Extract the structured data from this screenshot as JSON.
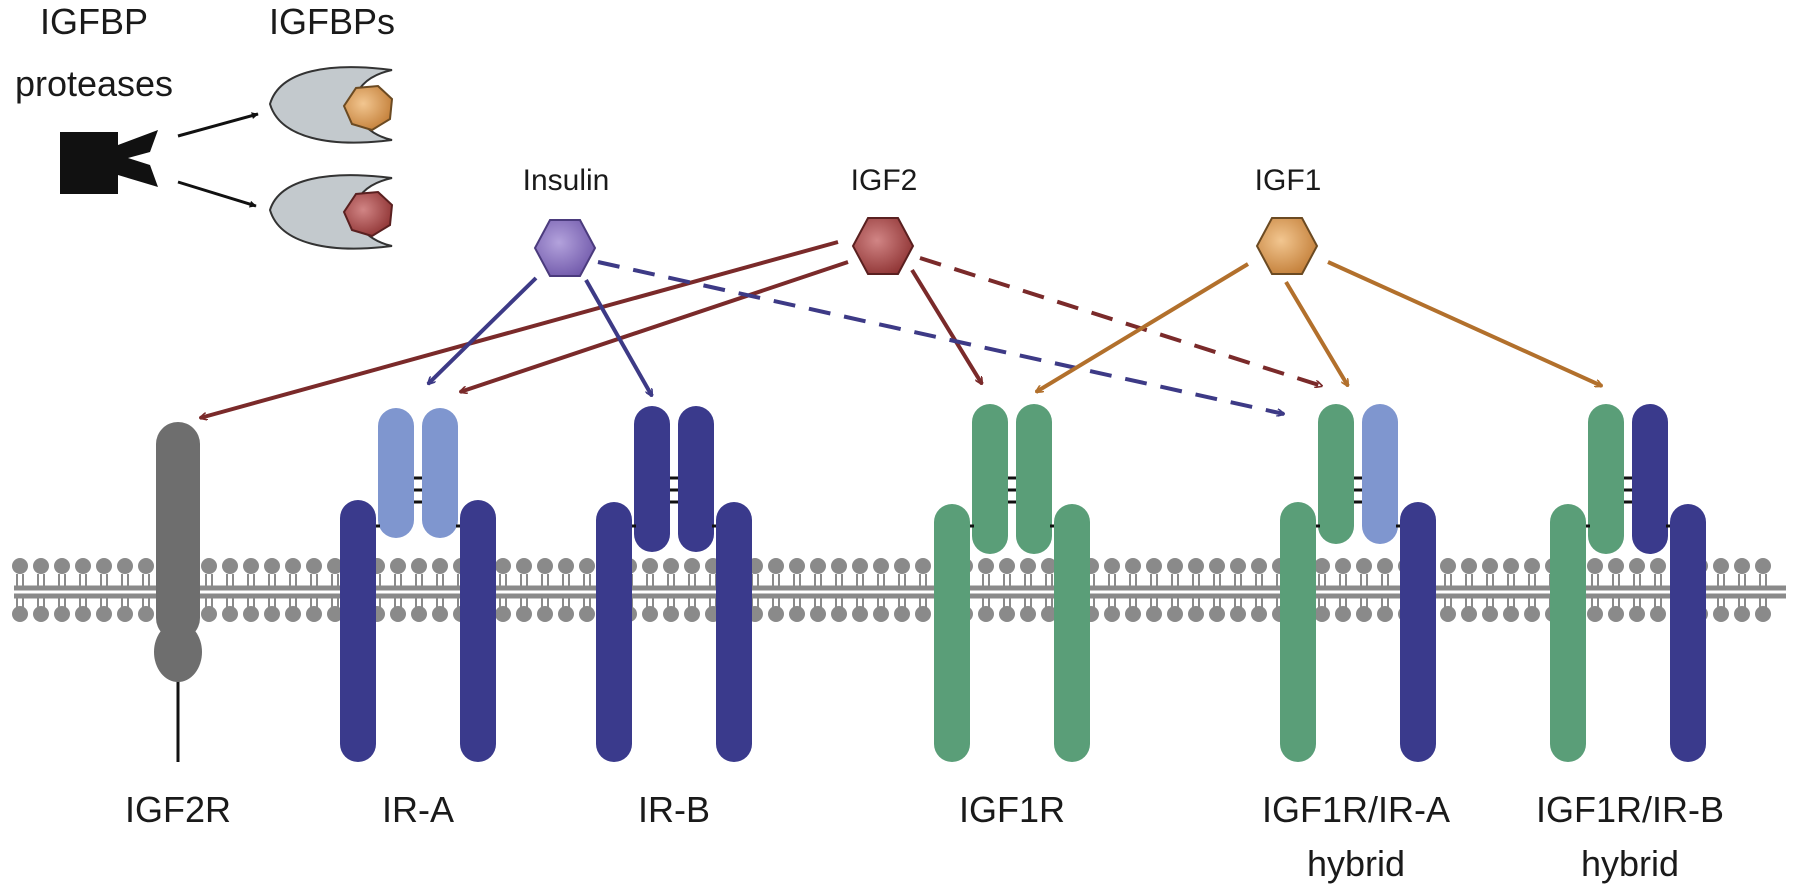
{
  "labels": {
    "igfbp_proteases_line1": "IGFBP",
    "igfbp_proteases_line2": "proteases",
    "igfbps": "IGFBPs",
    "insulin": "Insulin",
    "igf2": "IGF2",
    "igf1": "IGF1"
  },
  "receptors": [
    {
      "id": "igf2r",
      "label": "IGF2R",
      "sublabel": ""
    },
    {
      "id": "ir-a",
      "label": "IR-A",
      "sublabel": ""
    },
    {
      "id": "ir-b",
      "label": "IR-B",
      "sublabel": ""
    },
    {
      "id": "igf1r",
      "label": "IGF1R",
      "sublabel": ""
    },
    {
      "id": "igf1r-ir-a",
      "label": "IGF1R/IR-A",
      "sublabel": "hybrid"
    },
    {
      "id": "igf1r-ir-b",
      "label": "IGF1R/IR-B",
      "sublabel": "hybrid"
    }
  ],
  "colors": {
    "insulin": "#7a5fb0",
    "igf2": "#8b2f2f",
    "igf1": "#c07a33",
    "ir_a_light": "#7f96cf",
    "ir_dark": "#3a3a8c",
    "igf1r_green": "#5a9e78",
    "igf2r_grey": "#6e6e6e",
    "membrane": "#8a8a8a",
    "igfbp_body": "#c3c9cd"
  }
}
